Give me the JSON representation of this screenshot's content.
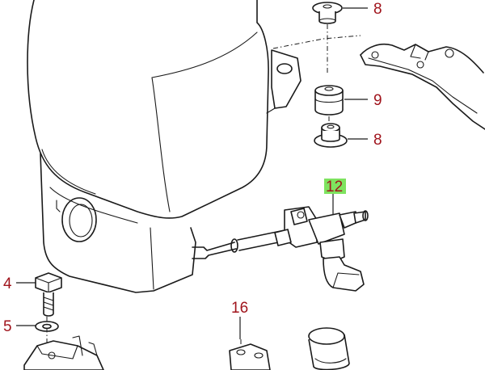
{
  "diagram": {
    "callouts": [
      {
        "id": "8a",
        "label": "8",
        "highlighted": false
      },
      {
        "id": "9",
        "label": "9",
        "highlighted": false
      },
      {
        "id": "8b",
        "label": "8",
        "highlighted": false
      },
      {
        "id": "12",
        "label": "12",
        "highlighted": true
      },
      {
        "id": "4",
        "label": "4",
        "highlighted": false
      },
      {
        "id": "5",
        "label": "5",
        "highlighted": false
      },
      {
        "id": "16",
        "label": "16",
        "highlighted": false
      }
    ],
    "colors": {
      "callout_text": "#a0141c",
      "highlight": "#7ee35f",
      "line": "#1a1a1a",
      "background": "#ffffff"
    }
  }
}
